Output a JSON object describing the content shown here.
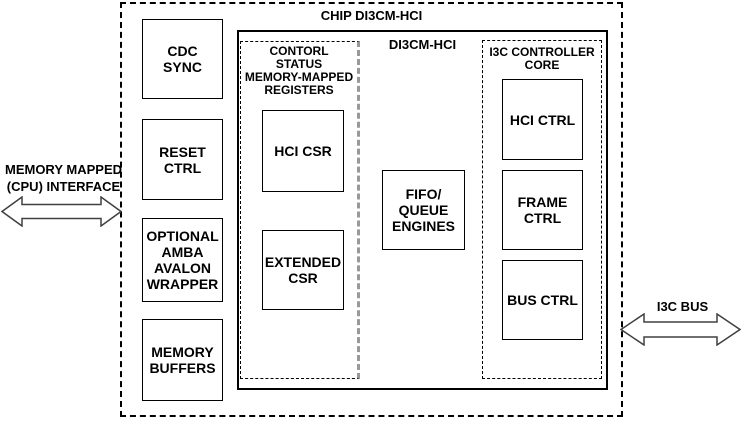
{
  "chip": {
    "label": "CHIP DI3CM-HCI",
    "left_blocks": [
      {
        "name": "cdc-sync",
        "label": "CDC\nSYNC"
      },
      {
        "name": "reset-ctrl",
        "label": "RESET\nCTRL"
      },
      {
        "name": "amba-avalon-wrapper",
        "label": "OPTIONAL\nAMBA\nAVALON\nWRAPPER"
      },
      {
        "name": "memory-buffers",
        "label": "MEMORY\nBUFFERS"
      }
    ],
    "hci_module": {
      "label": "DI3CM-HCI",
      "csr_group": {
        "title": "CONTORL\nSTATUS\nMEMORY-MAPPED\nREGISTERS",
        "blocks": [
          {
            "name": "hci-csr",
            "label": "HCI CSR"
          },
          {
            "name": "extended-csr",
            "label": "EXTENDED\nCSR"
          }
        ]
      },
      "fifo_block": {
        "name": "fifo-queue-engines",
        "label": "FIFO/\nQUEUE\nENGINES"
      },
      "core_group": {
        "title": "I3C CONTROLLER\nCORE",
        "blocks": [
          {
            "name": "hci-ctrl",
            "label": "HCI CTRL"
          },
          {
            "name": "frame-ctrl",
            "label": "FRAME\nCTRL"
          },
          {
            "name": "bus-ctrl",
            "label": "BUS CTRL"
          }
        ]
      }
    }
  },
  "interfaces": {
    "cpu": {
      "label": "MEMORY MAPPED\n(CPU) INTERFACE",
      "icon": "double-arrow-icon"
    },
    "i3c": {
      "label": "I3C BUS",
      "icon": "double-arrow-icon"
    }
  },
  "colors": {
    "line": "#000000",
    "csr_right_edge": "#999999",
    "arrow_outline": "#404040",
    "background": "#ffffff"
  }
}
